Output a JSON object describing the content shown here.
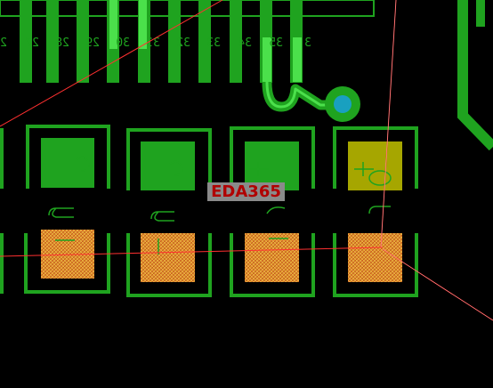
{
  "board": {
    "pin_numbers": [
      "2",
      "27",
      "28",
      "29",
      "30",
      "31",
      "32",
      "33",
      "34",
      "35",
      "3"
    ]
  },
  "watermark": "EDA365",
  "colors": {
    "background": "#000000",
    "copper_top": "#1fa31f",
    "copper_bright": "#4be04b",
    "selected_pad": "#a6a600",
    "paste_pad": "#e0a030",
    "via": "#19a0c0",
    "ratsnest": "#ff3030"
  }
}
